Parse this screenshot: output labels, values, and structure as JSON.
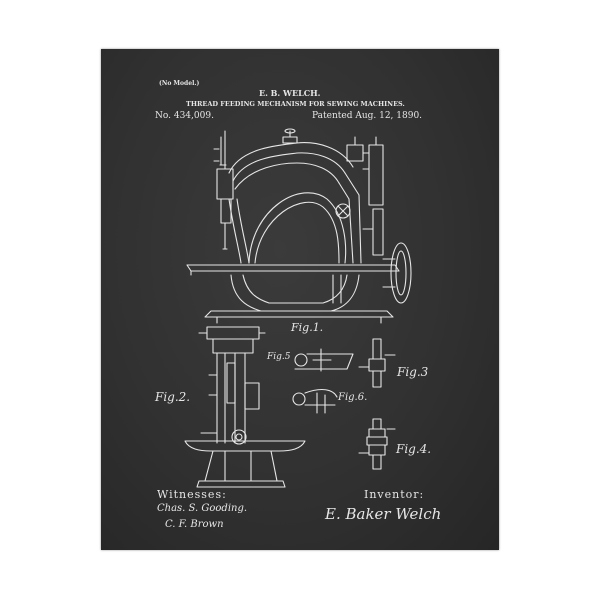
{
  "patent": {
    "model_note": "(No Model.)",
    "inventor_name": "E. B. WELCH.",
    "title": "THREAD FEEDING MECHANISM FOR SEWING MACHINES.",
    "number": "No. 434,009.",
    "date": "Patented Aug. 12, 1890."
  },
  "figures": {
    "fig1": "Fig.1.",
    "fig2": "Fig.2.",
    "fig3": "Fig.3",
    "fig4": "Fig.4.",
    "fig5": "Fig.5",
    "fig6": "Fig.6."
  },
  "witnesses": {
    "label": "Witnesses:",
    "sig1": "Chas. S. Gooding.",
    "sig2": "C. F. Brown"
  },
  "inventor": {
    "label": "Inventor:",
    "signature": "E. Baker Welch"
  },
  "colors": {
    "chalkboard": "#313131",
    "chalk": "#e6e6e6",
    "mat": "#ffffff"
  }
}
